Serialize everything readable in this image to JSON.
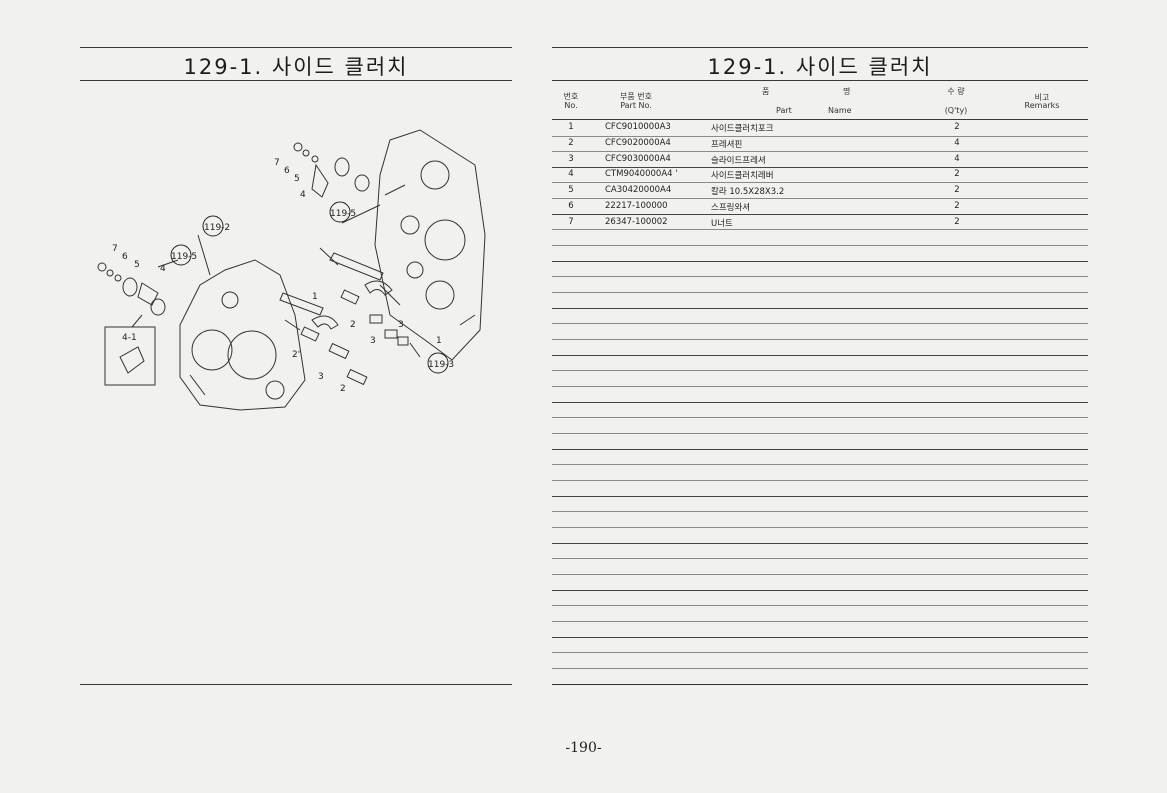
{
  "left_page": {
    "title": "129-1. 사이드 클러치",
    "diagram_callouts": {
      "ref_119_2": "119-2",
      "ref_119_5a": "119-5",
      "ref_119_5b": "119-5",
      "ref_119_3": "119-3",
      "sub_4_1": "4-1",
      "n7a": "7",
      "n6a": "6",
      "n5a": "5",
      "n4a": "4",
      "n7b": "7",
      "n6b": "6",
      "n5b": "5",
      "n4b": "4",
      "n1a": "1",
      "n1b": "1",
      "n2a": "2",
      "n2b": "2'",
      "n2c": "2",
      "n3a": "3",
      "n3b": "3",
      "n3c": "3"
    }
  },
  "right_page": {
    "title": "129-1. 사이드 클러치",
    "headers": {
      "no_ko": "번호",
      "no_en": "No.",
      "part_no_ko": "부품 번호",
      "part_no_en": "Part No.",
      "name_ko_1": "품",
      "name_ko_2": "명",
      "name_en_1": "Part",
      "name_en_2": "Name",
      "qty_ko": "수 량",
      "qty_en": "(Q'ty)",
      "remarks_ko": "비고",
      "remarks_en": "Remarks"
    },
    "rows": [
      {
        "no": "1",
        "part_no": "CFC9010000A3",
        "name": "사이드클러치포크",
        "qty": "2"
      },
      {
        "no": "2",
        "part_no": "CFC9020000A4",
        "name": "프레셔핀",
        "qty": "4"
      },
      {
        "no": "3",
        "part_no": "CFC9030000A4",
        "name": "슬라이드프레셔",
        "qty": "4"
      },
      {
        "no": "4",
        "part_no": "CTM9040000A4 '",
        "name": "사이드클러치레버",
        "qty": "2"
      },
      {
        "no": "5",
        "part_no": "CA30420000A4",
        "name": "칼라 10.5X28X3.2",
        "qty": "2"
      },
      {
        "no": "6",
        "part_no": "22217-100000",
        "name": "스프링와셔",
        "qty": "2"
      },
      {
        "no": "7",
        "part_no": "26347-100002",
        "name": "U너트",
        "qty": "2"
      }
    ]
  },
  "page_number": "-190-"
}
